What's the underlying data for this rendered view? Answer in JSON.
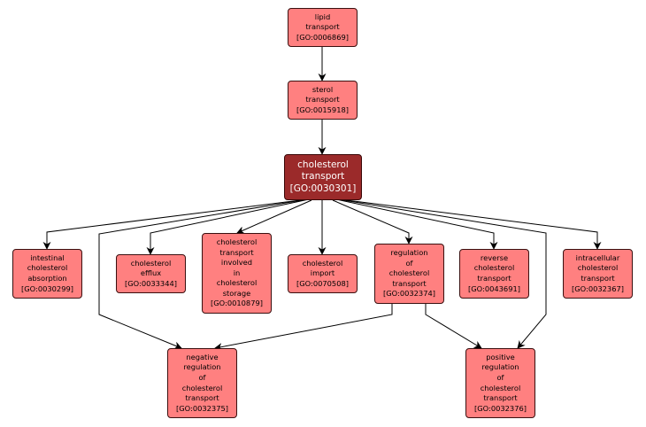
{
  "graph": {
    "colors": {
      "node_fill": "#ff8080",
      "focus_fill": "#9b2a2a",
      "focus_text": "#ffffff",
      "edge": "#000000"
    },
    "nodes": [
      {
        "id": "GO:0006869",
        "label": "lipid\ntransport\n[GO:0006869]"
      },
      {
        "id": "GO:0015918",
        "label": "sterol\ntransport\n[GO:0015918]"
      },
      {
        "id": "GO:0030301",
        "label": "cholesterol\ntransport\n[GO:0030301]",
        "focus": true
      },
      {
        "id": "GO:0030299",
        "label": "intestinal\ncholesterol\nabsorption\n[GO:0030299]"
      },
      {
        "id": "GO:0033344",
        "label": "cholesterol\nefflux\n[GO:0033344]"
      },
      {
        "id": "GO:0010879",
        "label": "cholesterol\ntransport\ninvolved\nin\ncholesterol\nstorage\n[GO:0010879]"
      },
      {
        "id": "GO:0070508",
        "label": "cholesterol\nimport\n[GO:0070508]"
      },
      {
        "id": "GO:0032374",
        "label": "regulation\nof\ncholesterol\ntransport\n[GO:0032374]"
      },
      {
        "id": "GO:0043691",
        "label": "reverse\ncholesterol\ntransport\n[GO:0043691]"
      },
      {
        "id": "GO:0032367",
        "label": "intracellular\ncholesterol\ntransport\n[GO:0032367]"
      },
      {
        "id": "GO:0032375",
        "label": "negative\nregulation\nof\ncholesterol\ntransport\n[GO:0032375]"
      },
      {
        "id": "GO:0032376",
        "label": "positive\nregulation\nof\ncholesterol\ntransport\n[GO:0032376]"
      }
    ],
    "edges": [
      {
        "from": "GO:0006869",
        "to": "GO:0015918"
      },
      {
        "from": "GO:0015918",
        "to": "GO:0030301"
      },
      {
        "from": "GO:0030301",
        "to": "GO:0030299"
      },
      {
        "from": "GO:0030301",
        "to": "GO:0033344"
      },
      {
        "from": "GO:0030301",
        "to": "GO:0010879"
      },
      {
        "from": "GO:0030301",
        "to": "GO:0070508"
      },
      {
        "from": "GO:0030301",
        "to": "GO:0032374"
      },
      {
        "from": "GO:0030301",
        "to": "GO:0043691"
      },
      {
        "from": "GO:0030301",
        "to": "GO:0032367"
      },
      {
        "from": "GO:0030301",
        "to": "GO:0032375"
      },
      {
        "from": "GO:0030301",
        "to": "GO:0032376"
      },
      {
        "from": "GO:0032374",
        "to": "GO:0032375"
      },
      {
        "from": "GO:0032374",
        "to": "GO:0032376"
      }
    ]
  }
}
